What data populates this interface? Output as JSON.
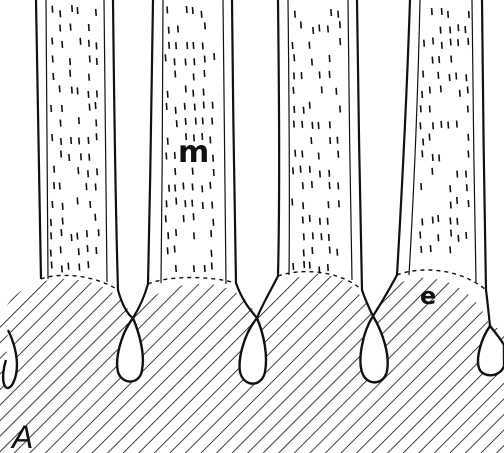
{
  "figure": {
    "labels": {
      "m": "m",
      "e": "e",
      "panel": "A"
    },
    "ink_color": "#111111",
    "background_color": "#ffffff",
    "columns": 4
  }
}
